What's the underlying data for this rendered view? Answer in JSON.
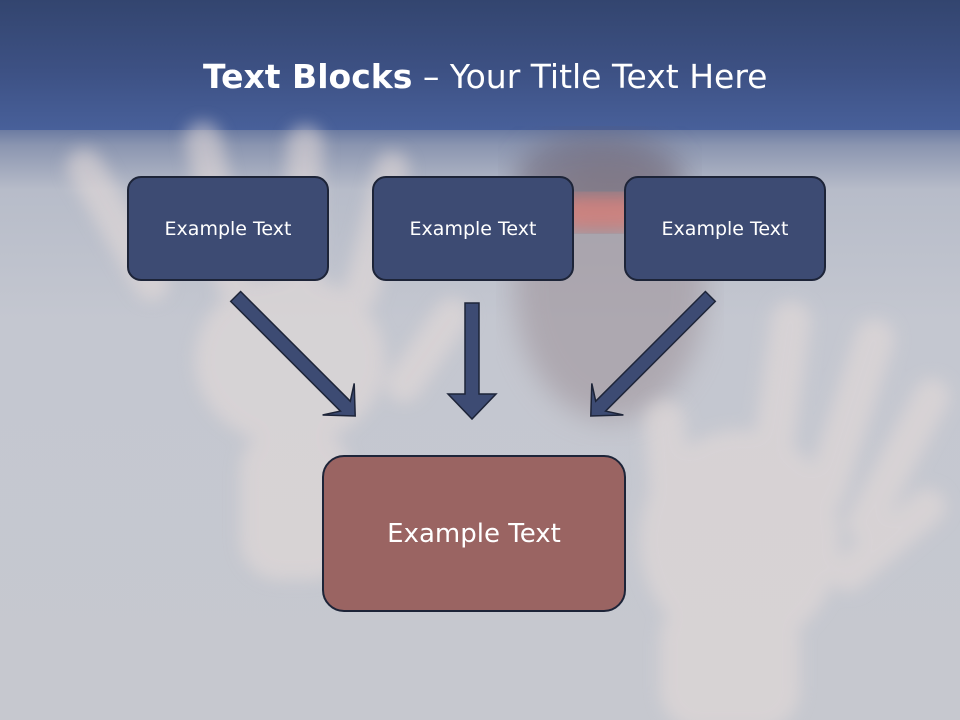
{
  "title": {
    "bold": "Text Blocks",
    "rest": " – Your Title Text Here"
  },
  "boxes": {
    "left": "Example Text",
    "middle": "Example Text",
    "right": "Example Text",
    "bottom": "Example Text"
  },
  "colors": {
    "header": "#3d5184",
    "top_box_fill": "#3d4b73",
    "bottom_box_fill": "#9a6462",
    "arrow_fill": "#3d4b73",
    "box_border": "#1d2438"
  }
}
